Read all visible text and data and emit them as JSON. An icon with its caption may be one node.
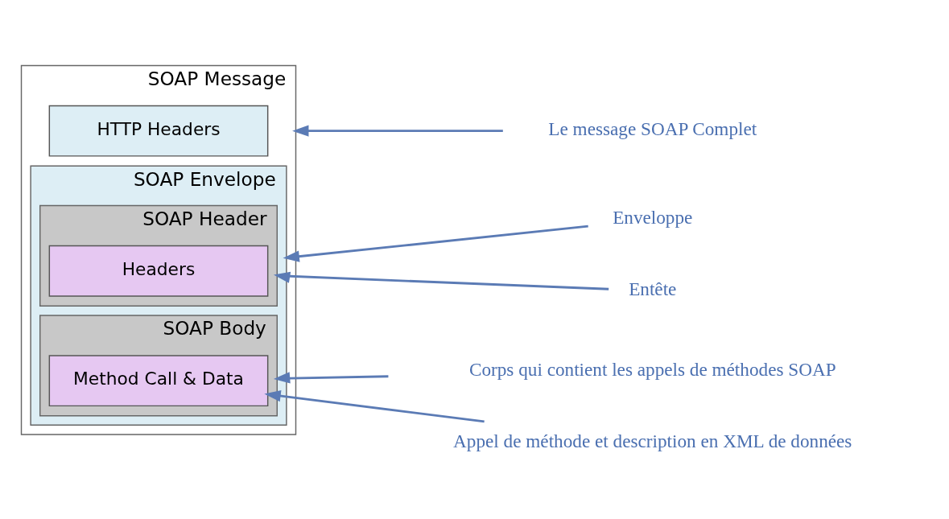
{
  "diagram": {
    "nodes": [
      {
        "text": [
          "SOAP Message"
        ]
      },
      {
        "text": [
          "HTTP Headers"
        ],
        "in": 0
      },
      {
        "text": [
          "SOAP Envelope"
        ],
        "in": 0
      },
      {
        "text": [
          "SOAP Header"
        ],
        "in": 2
      },
      {
        "text": [
          "Headers"
        ],
        "in": 3
      },
      {
        "text": [
          "SOAP Body"
        ],
        "in": 2
      },
      {
        "text": [
          "Method Call & Data"
        ],
        "in": 5
      },
      {
        "text": [
          "Le message SOAP Complet"
        ]
      },
      {
        "text": [
          "Enveloppe"
        ]
      },
      {
        "text": [
          "Entête"
        ]
      },
      {
        "text": [
          "Corps qui contient les appels de méthodes SOAP"
        ]
      },
      {
        "text": [
          "Appel de méthode et description en XML de données"
        ]
      }
    ],
    "edges": [
      {
        "from": 7,
        "to": 0,
        "arrow": "to"
      },
      {
        "from": 8,
        "to": 2,
        "arrow": "to"
      },
      {
        "from": 9,
        "to": 3,
        "arrow": "to"
      },
      {
        "from": 10,
        "to": 5,
        "arrow": "to"
      },
      {
        "from": 11,
        "to": 6,
        "arrow": "to"
      }
    ]
  }
}
